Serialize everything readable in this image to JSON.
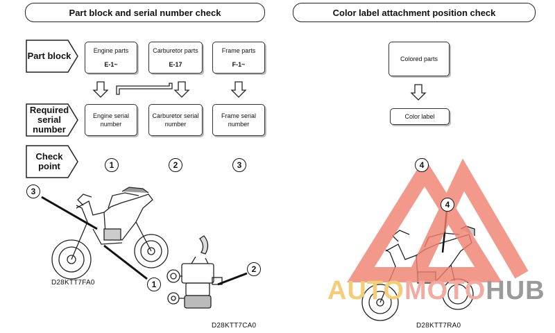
{
  "left_panel": {
    "title": "Part block and serial number check",
    "row_labels": {
      "part_block": "Part block",
      "required_serial": "Required serial number",
      "check_point": "Check point"
    },
    "part_blocks": [
      {
        "name": "Engine parts",
        "code": "E-1~"
      },
      {
        "name": "Carburetor parts",
        "code": "E-17"
      },
      {
        "name": "Frame parts",
        "code": "F-1~"
      }
    ],
    "serial_numbers": [
      "Engine serial number",
      "Carburetor serial number",
      "Frame serial number"
    ],
    "check_points": [
      "1",
      "2",
      "3"
    ],
    "image_codes": {
      "motorcycle": "D28KTT7FA0",
      "carburetor": "D28KTT7CA0"
    },
    "callouts": [
      "3",
      "1",
      "2"
    ]
  },
  "right_panel": {
    "title": "Color label attachment position check",
    "colored_parts": "Colored parts",
    "color_label": "Color label",
    "callouts": [
      "4",
      "4"
    ],
    "image_code": "D28KTT7RA0"
  },
  "watermark": {
    "part1": "AUTO",
    "part2": "MOTO",
    "part3": "HUB"
  },
  "colors": {
    "watermark_red": "#f08070",
    "watermark_yellow": "#f4cd7a",
    "watermark_gray": "#9a9a9a"
  }
}
